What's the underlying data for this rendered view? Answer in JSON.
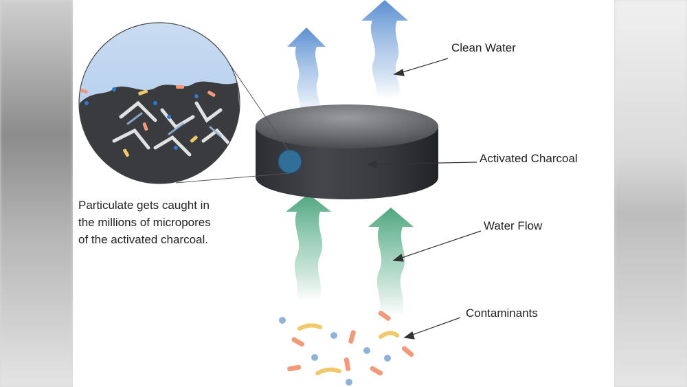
{
  "labels": {
    "clean_water": "Clean Water",
    "activated_charcoal": "Activated Charcoal",
    "water_flow": "Water Flow",
    "contaminants": "Contaminants"
  },
  "caption": {
    "line1": "Particulate gets caught in",
    "line2": "the millions of micropores",
    "line3": "of the activated charcoal."
  },
  "colors": {
    "clean_water_arrow": "#5b8fd0",
    "water_flow_arrow": "#4fa57f",
    "charcoal": "#3a3b3f",
    "contaminant_orange": "#f29a7a",
    "contaminant_yellow": "#f2c96a",
    "contaminant_blue": "#8fb3d8"
  }
}
